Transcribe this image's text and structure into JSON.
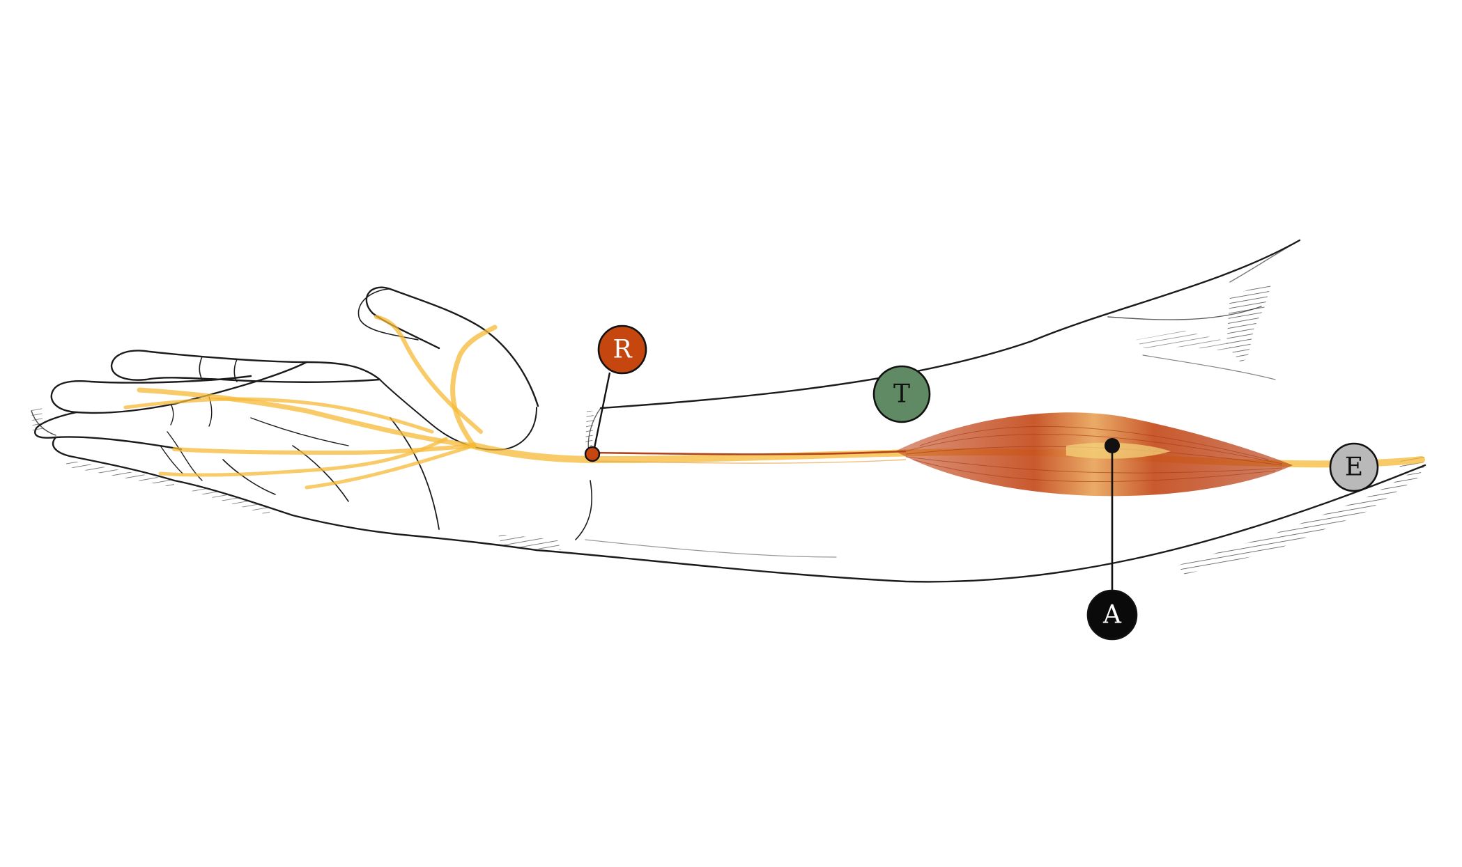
{
  "labels": {
    "R": "R",
    "T": "T",
    "A": "A",
    "E": "E"
  },
  "colors": {
    "R": "#c5460f",
    "T": "#5f8a63",
    "A": "#0a0a0a",
    "E": "#b9b9b9",
    "nerve": "#f6b936",
    "muscle": "#c44b1b",
    "outline": "#1b1b1b"
  }
}
